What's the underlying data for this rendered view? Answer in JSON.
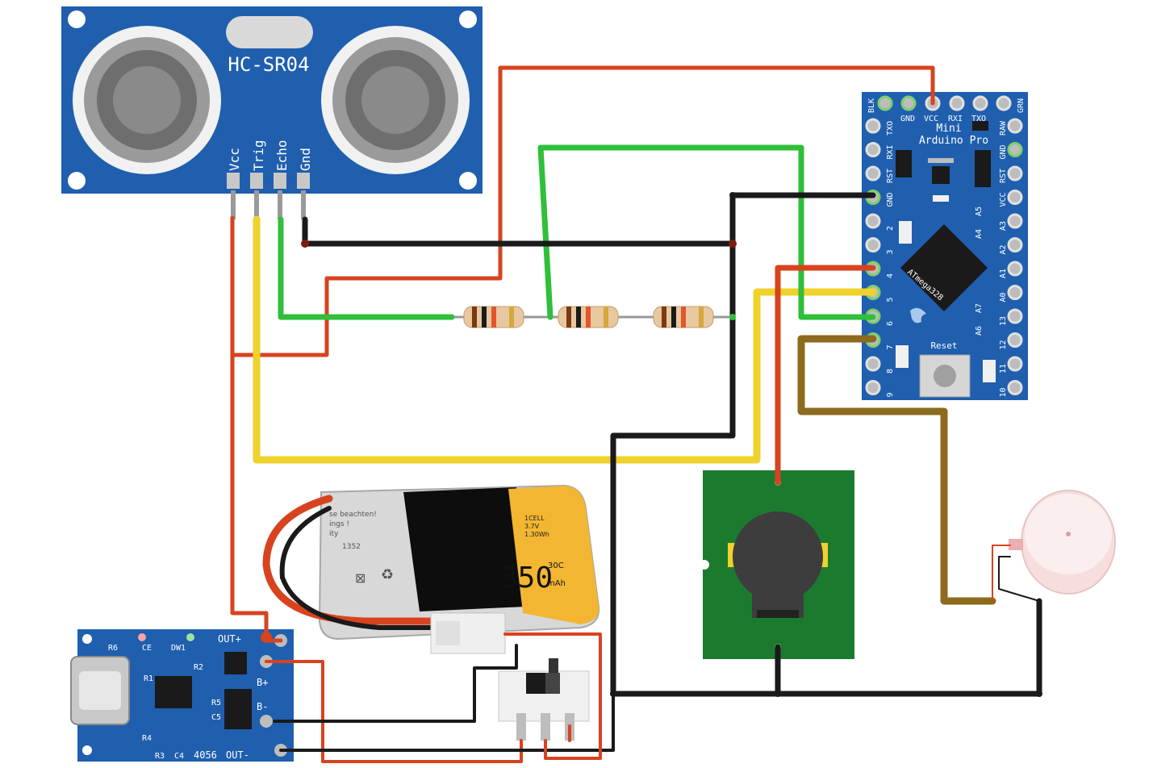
{
  "colors": {
    "wire_red": "#d8431f",
    "wire_green": "#2fbf3a",
    "wire_yellow": "#f0d22c",
    "wire_black": "#1a1a1a",
    "wire_brown": "#8c6a1e",
    "pcb_blue": "#1f5fae",
    "pcb_green": "#1c7a2f",
    "battery_yellow": "#f2b632"
  },
  "sensor": {
    "title": "HC-SR04",
    "pins": [
      "Vcc",
      "Trig",
      "Echo",
      "Gnd"
    ]
  },
  "arduino": {
    "title_line1": "Mini",
    "title_line2": "Arduino Pro",
    "chip": "ATmega328",
    "reset": "Reset",
    "top_pins": [
      "BLK",
      "GND",
      "VCC",
      "RXI",
      "TXO",
      "GRN"
    ],
    "left_pins": [
      "TXO",
      "RXI",
      "RST",
      "GND",
      "2",
      "3",
      "4",
      "5",
      "6",
      "7",
      "8",
      "9"
    ],
    "right_pins": [
      "RAW",
      "GND",
      "RST",
      "VCC",
      "A3",
      "A2",
      "A1",
      "A0",
      "13",
      "12",
      "11",
      "10"
    ],
    "inner_pins": [
      "A5",
      "A4",
      "A7",
      "A6"
    ]
  },
  "battery": {
    "capacity": "350",
    "c_rating": "30C",
    "unit": "mAh",
    "spec1": "1CELL",
    "spec2": "3.7V",
    "spec3": "1.30Wh",
    "note1": "se beachten!",
    "note2": "ings !",
    "note3": "ity",
    "note4": "1352"
  },
  "charger": {
    "out_plus": "OUT+",
    "out_minus": "OUT-",
    "b_plus": "B+",
    "b_minus": "B-",
    "chip": "4056",
    "labels": [
      "R6",
      "R1",
      "R2",
      "R3",
      "C4",
      "R4",
      "R5",
      "C5",
      "CE",
      "DW1"
    ]
  }
}
